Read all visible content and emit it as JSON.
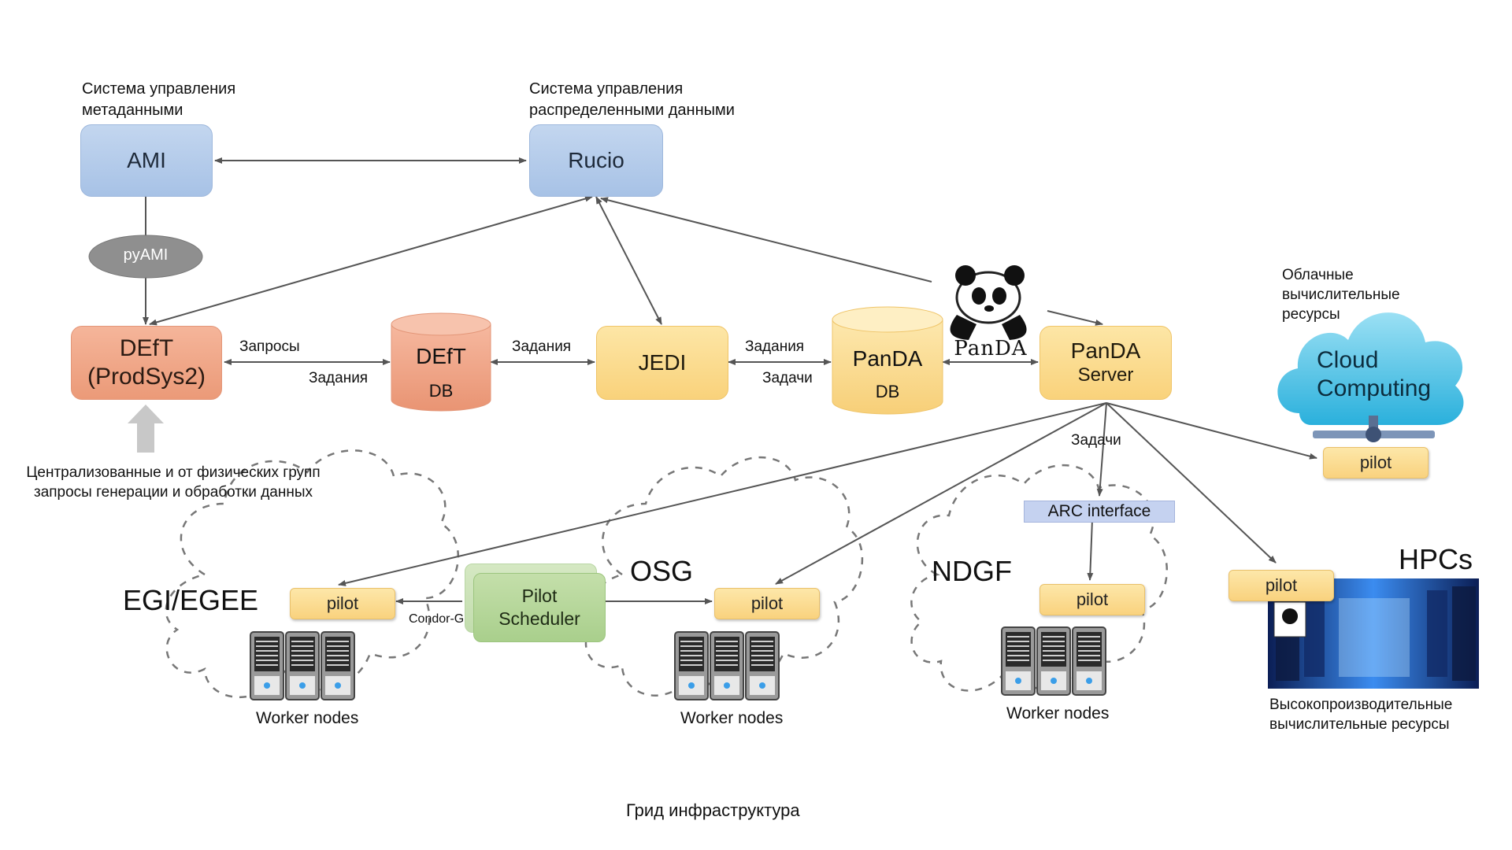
{
  "top_labels": {
    "ami_caption_line1": "Система управления",
    "ami_caption_line2": "метаданными",
    "rucio_caption_line1": "Система управления",
    "rucio_caption_line2": "распределенными данными"
  },
  "nodes": {
    "ami": "AMI",
    "rucio": "Rucio",
    "pyami": "pyAMI",
    "deft_line1": "DEfT",
    "deft_line2": "(ProdSys2)",
    "deft_db_line1": "DEfT",
    "deft_db_line2": "DB",
    "jedi": "JEDI",
    "panda_db_line1": "PanDA",
    "panda_db_line2": "DB",
    "panda_server_line1": "PanDA",
    "panda_server_line2": "Server",
    "panda_logo_text": "PanDA"
  },
  "edge_labels": {
    "requests": "Запросы",
    "tasks_1": "Задания",
    "tasks_2": "Задания",
    "tasks_3": "Задания",
    "jobs_1": "Задачи",
    "jobs_2": "Задачи",
    "condor_g": "Condor-G"
  },
  "input_caption": {
    "line1": "Централизованные и от физических групп",
    "line2": "запросы генерации и обработки данных"
  },
  "cloud": {
    "caption_line1": "Облачные",
    "caption_line2": "вычислительные",
    "caption_line3": "ресурсы",
    "name_line1": "Cloud",
    "name_line2": "Computing",
    "pilot": "pilot"
  },
  "grids": [
    {
      "name": "EGI/EGEE",
      "pilot": "pilot",
      "workers": "Worker nodes"
    },
    {
      "name": "OSG",
      "pilot": "pilot",
      "workers": "Worker nodes"
    },
    {
      "name": "NDGF",
      "pilot": "pilot",
      "workers": "Worker nodes"
    }
  ],
  "pilot_scheduler": {
    "line1": "Pilot",
    "line2": "Scheduler"
  },
  "arc_interface": "ARC interface",
  "hpc": {
    "name": "HPCs",
    "pilot": "pilot",
    "caption_line1": "Высокопроизводительные",
    "caption_line2": "вычислительные ресурсы"
  },
  "bottom_caption": "Грид инфраструктура",
  "colors": {
    "blue_node": "#a7c2e6",
    "orange_node": "#eb9a78",
    "yellow_node": "#f9d27b",
    "green_node": "#a9cf8c",
    "arrow": "#555555"
  }
}
